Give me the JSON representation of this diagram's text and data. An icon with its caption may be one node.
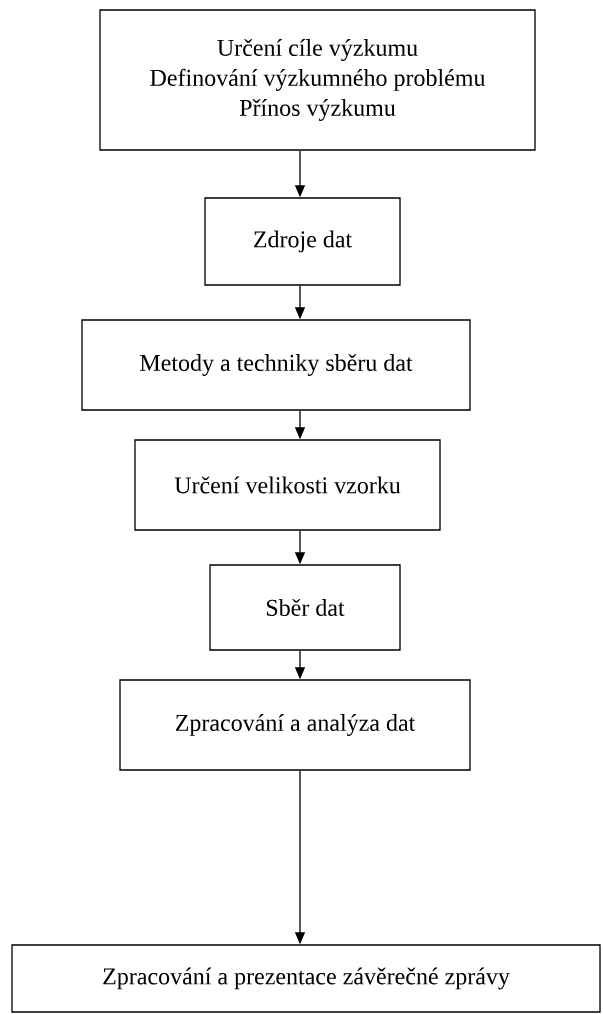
{
  "diagram": {
    "nodes": [
      {
        "text": [
          "Určení cíle výzkumu",
          "Definování výzkumného problému",
          "Přínos výzkumu"
        ]
      },
      {
        "text": [
          "Zdroje dat"
        ]
      },
      {
        "text": [
          "Metody a techniky sběru dat"
        ]
      },
      {
        "text": [
          "Určení velikosti vzorku"
        ]
      },
      {
        "text": [
          "Sběr dat"
        ]
      },
      {
        "text": [
          "Zpracování a analýza dat"
        ]
      },
      {
        "text": [
          "Zpracování a prezentace závěrečné zprávy"
        ]
      }
    ],
    "edges": [
      {
        "from": 0,
        "to": 1,
        "arrow": "to"
      },
      {
        "from": 1,
        "to": 2,
        "arrow": "to"
      },
      {
        "from": 2,
        "to": 3,
        "arrow": "to"
      },
      {
        "from": 3,
        "to": 4,
        "arrow": "to"
      },
      {
        "from": 4,
        "to": 5,
        "arrow": "to"
      },
      {
        "from": 5,
        "to": 6,
        "arrow": "to"
      }
    ]
  }
}
